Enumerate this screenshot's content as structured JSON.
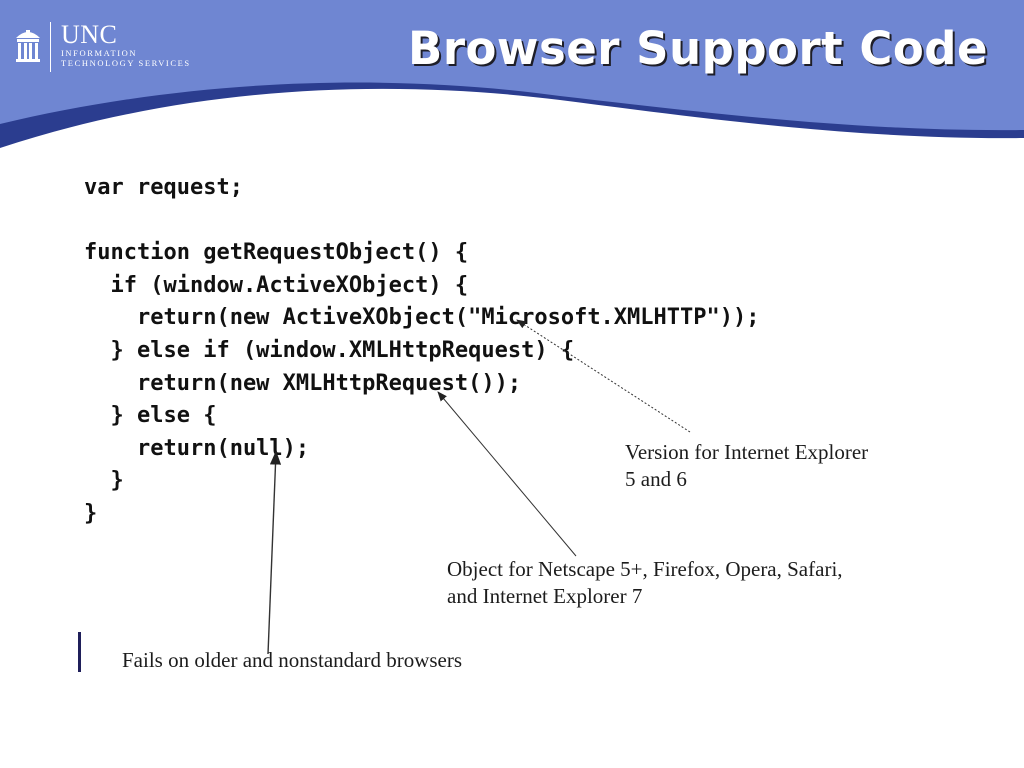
{
  "slide": {
    "title": "Browser Support Code",
    "colors": {
      "header_blue": "#6f86d2",
      "header_dark": "#2b3d8f",
      "text": "#111111"
    }
  },
  "logo": {
    "name": "UNC",
    "line1": "INFORMATION",
    "line2": "TECHNOLOGY SERVICES",
    "icon": "old-well-icon"
  },
  "code": {
    "lines": [
      "var request;",
      "",
      "function getRequestObject() {",
      "  if (window.ActiveXObject) {",
      "    return(new ActiveXObject(\"Microsoft.XMLHTTP\"));",
      "  } else if (window.XMLHttpRequest) {",
      "    return(new XMLHttpRequest());",
      "  } else {",
      "    return(null);",
      "  }",
      "}"
    ]
  },
  "annotations": {
    "ie": {
      "line1": "Version for Internet Explorer",
      "line2": "5 and 6"
    },
    "standard": {
      "line1": "Object for Netscape 5+, Firefox, Opera, Safari,",
      "line2": "and Internet Explorer 7"
    },
    "fallback": {
      "text": "Fails on older and nonstandard browsers"
    }
  }
}
